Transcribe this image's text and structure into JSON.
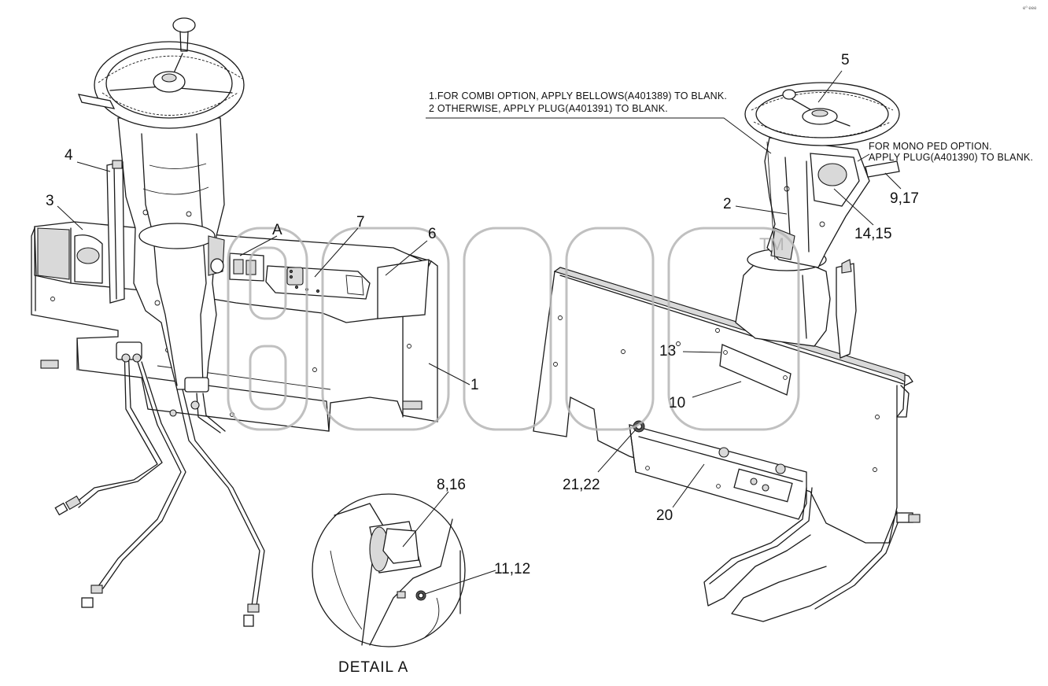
{
  "callouts": {
    "c1": "1",
    "c2": "2",
    "c3": "3",
    "c4": "4",
    "c5": "5",
    "c6": "6",
    "c7": "7",
    "cA": "A",
    "c8_16": "8,16",
    "c9_17": "9,17",
    "c10": "10",
    "c11_12": "11,12",
    "c13": "13",
    "c14_15": "14,15",
    "c20": "20",
    "c21_22": "21,22"
  },
  "notes": {
    "combi_line1": "1.FOR COMBI OPTION, APPLY BELLOWS(A401389) TO BLANK.",
    "combi_line2": "2 OTHERWISE, APPLY PLUG(A401391) TO BLANK.",
    "mono_line1": "FOR MONO PED OPTION.",
    "mono_line2": "APPLY PLUG(A401390) TO BLANK."
  },
  "detail_label": "DETAIL  A",
  "watermark": {
    "text": "epcdp",
    "tm": "TM"
  },
  "corner_mark": "e⁰ eee",
  "colors": {
    "line": "#1a1a1a",
    "watermark": "#b5b5b5",
    "background": "#ffffff"
  }
}
